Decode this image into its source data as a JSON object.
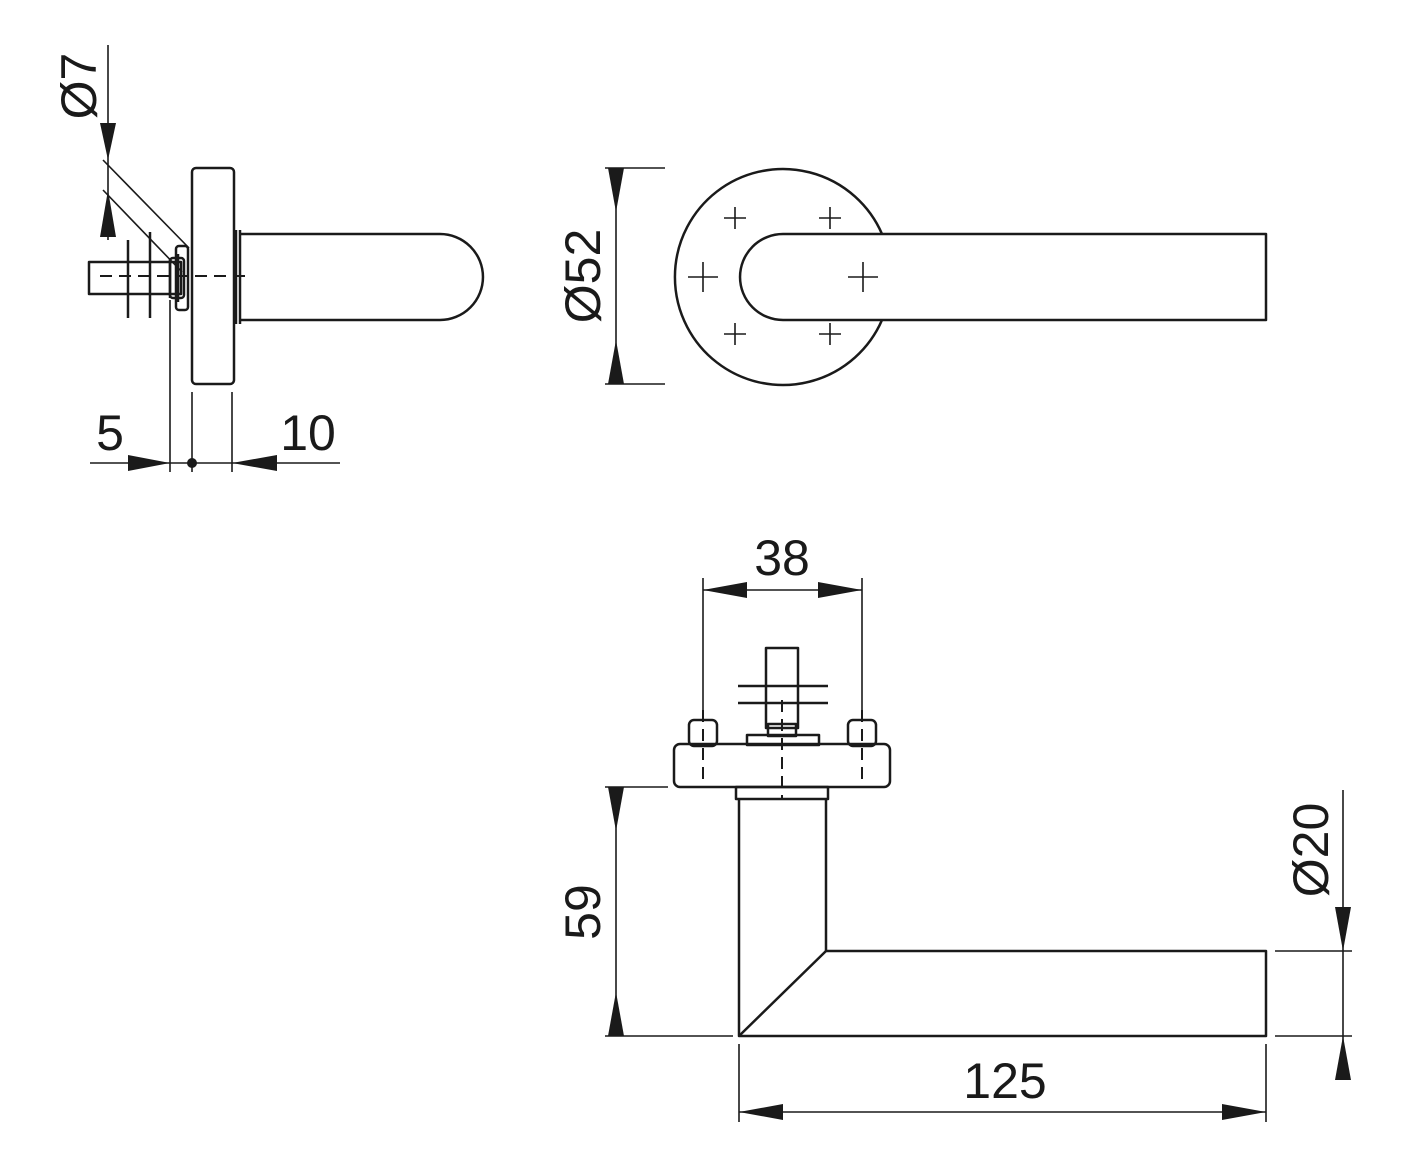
{
  "dimensions": {
    "rod_diameter": "Ø7",
    "rose_offset": "5",
    "rose_thickness": "10",
    "rose_diameter": "Ø52",
    "rose_width": "38",
    "lever_height": "59",
    "grip_diameter": "Ø20",
    "lever_length": "125"
  },
  "colors": {
    "line": "#1a1a1a",
    "background": "#ffffff"
  }
}
